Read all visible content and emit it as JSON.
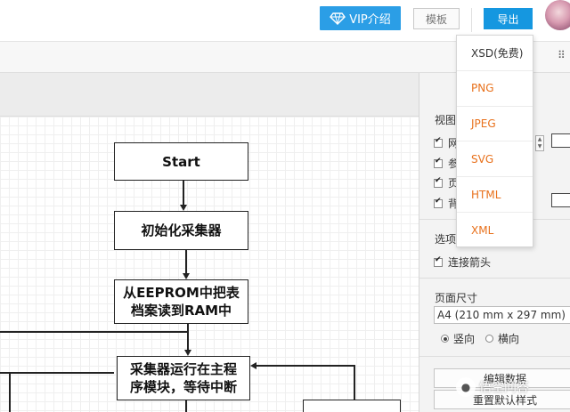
{
  "header": {
    "vip_label": "VIP介绍",
    "template_label": "模板",
    "export_label": "导出"
  },
  "export_menu": {
    "items": [
      "XSD(免费)",
      "PNG",
      "JPEG",
      "SVG",
      "HTML",
      "XML"
    ]
  },
  "flowchart": {
    "nodes": [
      "Start",
      "初始化采集器",
      "从EEPROM中把表\n档案读到RAM中",
      "采集器运行在主程\n序模块，等待中断"
    ]
  },
  "panel": {
    "view_title": "视图",
    "view_items": [
      "网",
      "参",
      "页",
      "背"
    ],
    "options_title": "选项",
    "connect_arrows": "连接箭头",
    "page_size_title": "页面尺寸",
    "page_size_value": "A4 (210 mm x 297 mm)",
    "portrait": "竖向",
    "landscape": "横向",
    "edit_data": "编辑数据",
    "reset_style": "重置默认样式"
  },
  "watermark": {
    "text": "悟空问答"
  },
  "colors": {
    "vip_bg": "#2b9ee6",
    "export_bg": "#1597e0",
    "menu_text": "#e8711c"
  }
}
